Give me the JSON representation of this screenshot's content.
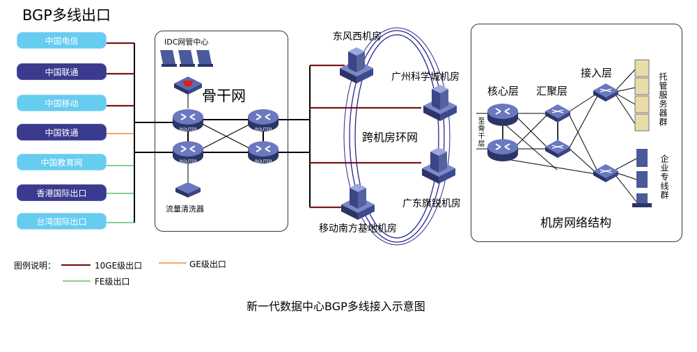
{
  "title": "BGP多线出口",
  "carriers": [
    {
      "label": "中国电信",
      "style": "light",
      "line": "10GE"
    },
    {
      "label": "中国联通",
      "style": "dark",
      "line": "10GE"
    },
    {
      "label": "中国移动",
      "style": "light",
      "line": "10GE"
    },
    {
      "label": "中国铁通",
      "style": "dark",
      "line": "GE"
    },
    {
      "label": "中国教育网",
      "style": "light",
      "line": "FE"
    },
    {
      "label": "香港国际出口",
      "style": "dark",
      "line": "FE"
    },
    {
      "label": "台湾国际出口",
      "style": "light",
      "line": "FE"
    }
  ],
  "backbone": {
    "idc_label": "IDC网管中心",
    "title": "骨干网",
    "router_tag": "ROUTER",
    "cleaner_label": "流量清洗器"
  },
  "ring": {
    "label": "跨机房环网",
    "sites": {
      "dongfengxi": "东风西机房",
      "guangzhou": "广州科学城机房",
      "guangdong": "广东旗锐机房",
      "yidong": "移动南方基地机房"
    }
  },
  "dc": {
    "title": "机房网络结构",
    "core": "核心层",
    "aggregation": "汇聚层",
    "access": "接入层",
    "to_backbone": "至骨干层",
    "hosting": "托管服务器群",
    "enterprise": "企业专线群"
  },
  "legend": {
    "label": "图例说明：",
    "items": [
      {
        "text": "10GE级出口",
        "color": "#7b1414"
      },
      {
        "text": "GE级出口",
        "color": "#f08a2c"
      },
      {
        "text": "FE级出口",
        "color": "#39b54a"
      }
    ]
  },
  "caption": "新一代数据中心BGP多线接入示意图"
}
